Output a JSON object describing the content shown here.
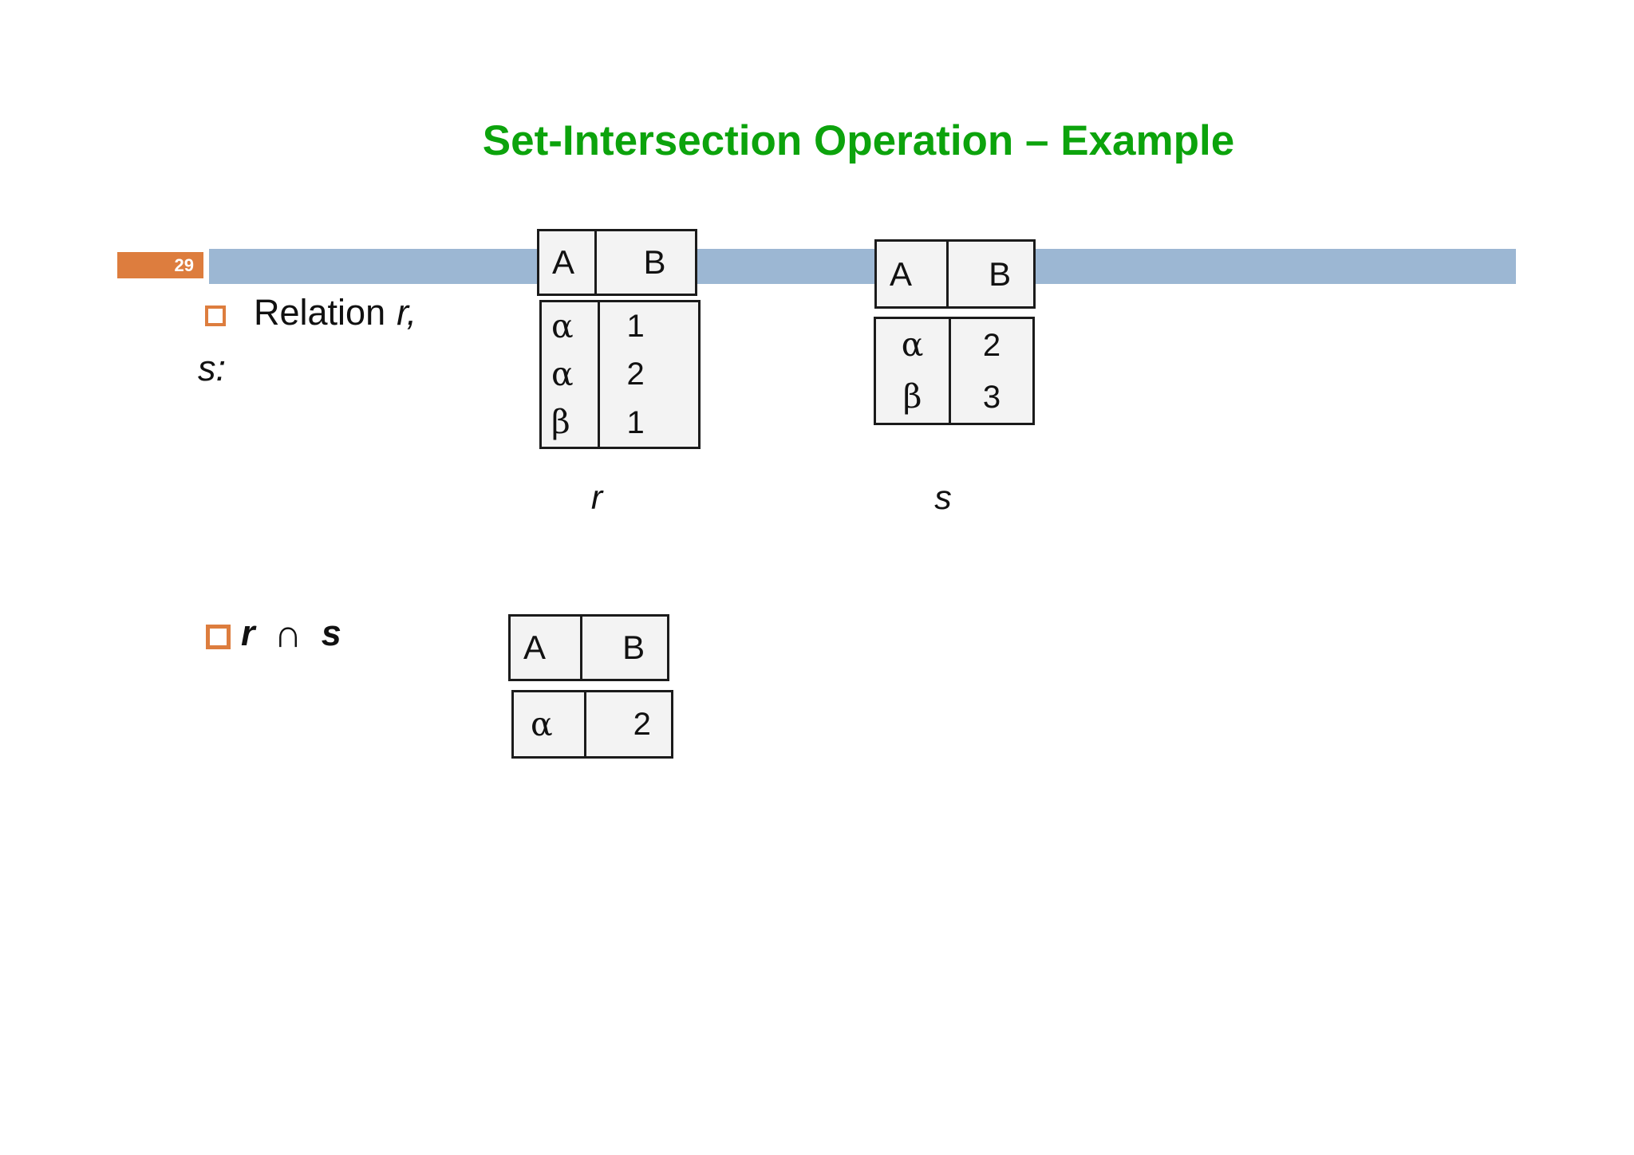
{
  "title": "Set-Intersection Operation – Example",
  "page_number": "29",
  "colors": {
    "title_green": "#0CA30C",
    "accent_orange": "#DD7D3E",
    "bar_blue": "#9CB7D3",
    "table_background": "#F3F3F3",
    "table_border": "#1B1B1B"
  },
  "bullet_relation": {
    "line1_text": "Relation",
    "line1_operand": "r,",
    "line2_text": "s:"
  },
  "bullet_intersection": {
    "left_operand": "r",
    "operator": "∩",
    "right_operand": "s"
  },
  "table_r": {
    "label": "r",
    "headers": [
      "A",
      "B"
    ],
    "rows": [
      [
        "α",
        "1"
      ],
      [
        "α",
        "2"
      ],
      [
        "β",
        "1"
      ]
    ]
  },
  "table_s": {
    "label": "s",
    "headers": [
      "A",
      "B"
    ],
    "rows": [
      [
        "α",
        "2"
      ],
      [
        "β",
        "3"
      ]
    ]
  },
  "table_result": {
    "headers": [
      "A",
      "B"
    ],
    "rows": [
      [
        "α",
        "2"
      ]
    ]
  }
}
